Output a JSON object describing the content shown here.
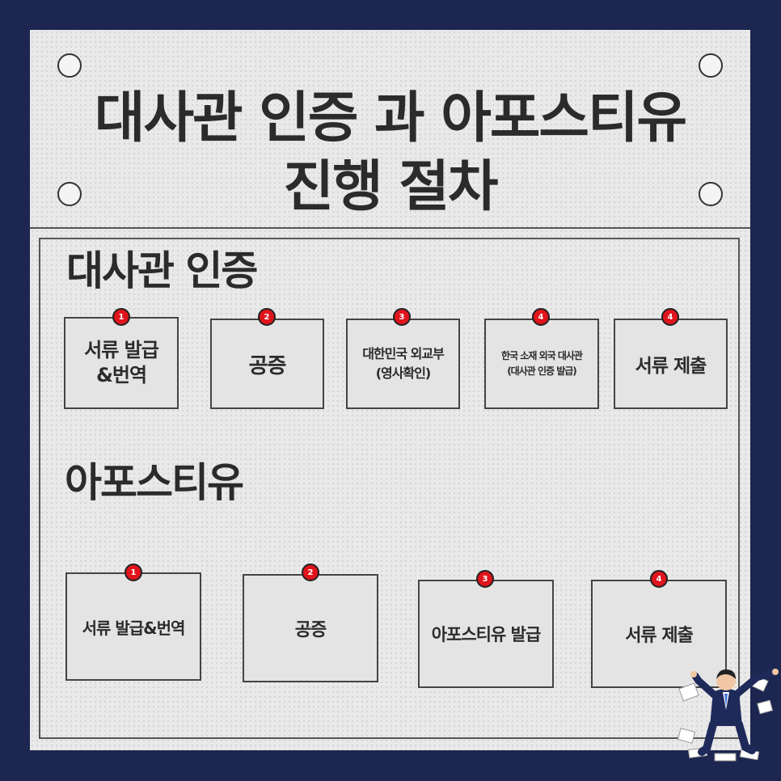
{
  "title": {
    "line1": "대사관 인증 과 아포스티유",
    "line2": "진행 절차"
  },
  "sections": {
    "embassy": "대사관 인증",
    "apostille": "아포스티유"
  },
  "embassy_steps": [
    {
      "num": "1",
      "label": "서류 발급\n&번역"
    },
    {
      "num": "2",
      "label": "공증"
    },
    {
      "num": "3",
      "label": "대한민국 외교부\n(영사확인)"
    },
    {
      "num": "4",
      "label": "한국 소재 외국 대사관\n(대사관 인증 발급)"
    },
    {
      "num": "4",
      "label": "서류 제출"
    }
  ],
  "apostille_steps": [
    {
      "num": "1",
      "label": "서류 발급&번역"
    },
    {
      "num": "2",
      "label": "공증"
    },
    {
      "num": "3",
      "label": "아포스티유 발급"
    },
    {
      "num": "4",
      "label": "서류 제출"
    }
  ],
  "colors": {
    "background": "#1c2650",
    "board": "#e9e9e9",
    "pin": "#e0141c",
    "text": "#2b2b2b"
  },
  "icons": {
    "figure": "stressed-businessman-with-papers-illustration"
  }
}
